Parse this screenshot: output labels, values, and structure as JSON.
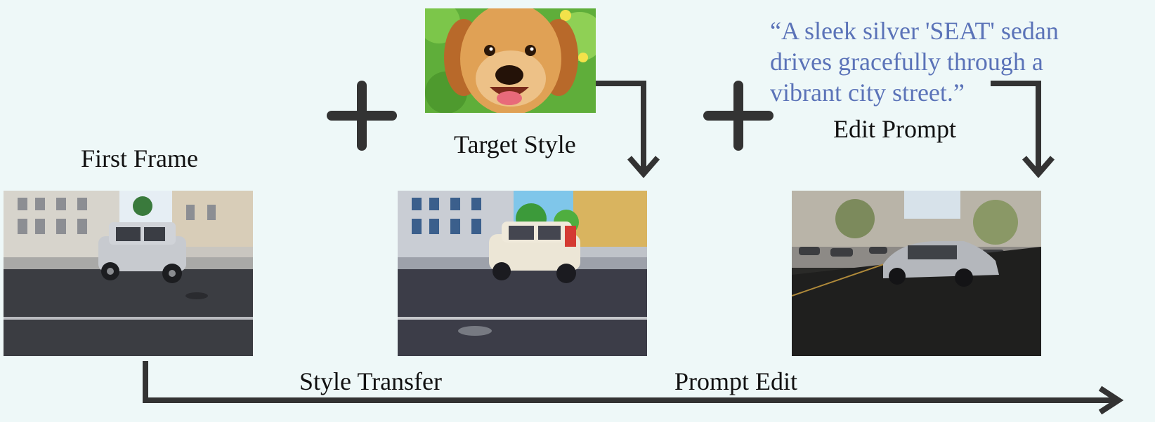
{
  "labels": {
    "first_frame": "First Frame",
    "target_style": "Target Style",
    "edit_prompt": "Edit Prompt",
    "style_transfer": "Style Transfer",
    "prompt_edit": "Prompt Edit"
  },
  "prompt_text": "“A sleek silver 'SEAT' sedan drives gracefully through a vibrant city street.”",
  "colors": {
    "background": "#eef8f8",
    "arrow": "#333333",
    "prompt_text": "#5b73b8"
  }
}
